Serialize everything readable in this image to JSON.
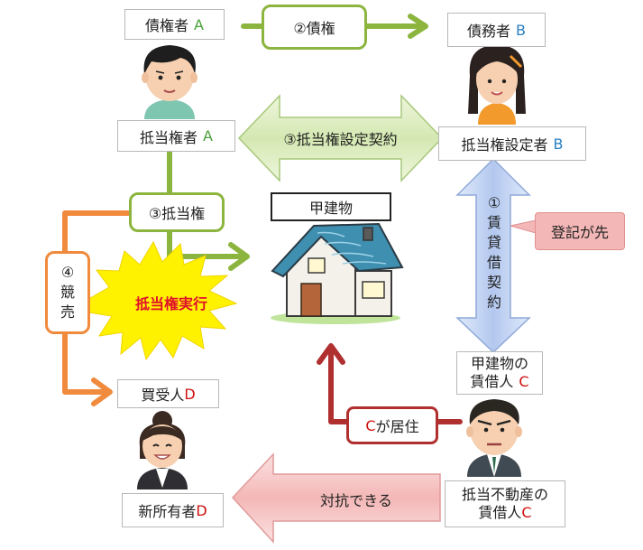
{
  "creditor": {
    "label": "債権者",
    "letter": "A"
  },
  "debtor": {
    "label": "債務者",
    "letter": "B"
  },
  "claim": "②債権",
  "mortgagee": {
    "label": "抵当権者",
    "letter": "A"
  },
  "mortgagor": {
    "label": "抵当権設定者",
    "letter": "B"
  },
  "mortgage_contract": "③抵当権設定契約",
  "building_title": "甲建物",
  "mortgage_right": "③抵当権",
  "auction": [
    "④",
    "競",
    "売"
  ],
  "enforcement": "抵当権実行",
  "lease_contract": [
    "①",
    "賃",
    "貸",
    "借",
    "契",
    "約"
  ],
  "registration_note": "登記が先",
  "tenant_top": {
    "line1": "甲建物の",
    "line2": "賃借人",
    "letter": "C"
  },
  "resides": {
    "letter": "C",
    "text": "が居住"
  },
  "buyer": {
    "label": "買受人",
    "letter": "D"
  },
  "new_owner": {
    "label": "新所有者",
    "letter": "D"
  },
  "oppose": "対抗できる",
  "tenant_bottom": {
    "line1": "抵当不動産の",
    "line2": "賃借人",
    "letter": "C"
  },
  "colors": {
    "green": "#8cb53f",
    "orange": "#f08a3c",
    "blue_arrow": "#b9cdf0",
    "red_arrow": "#b03030",
    "burst": "#fff200"
  }
}
